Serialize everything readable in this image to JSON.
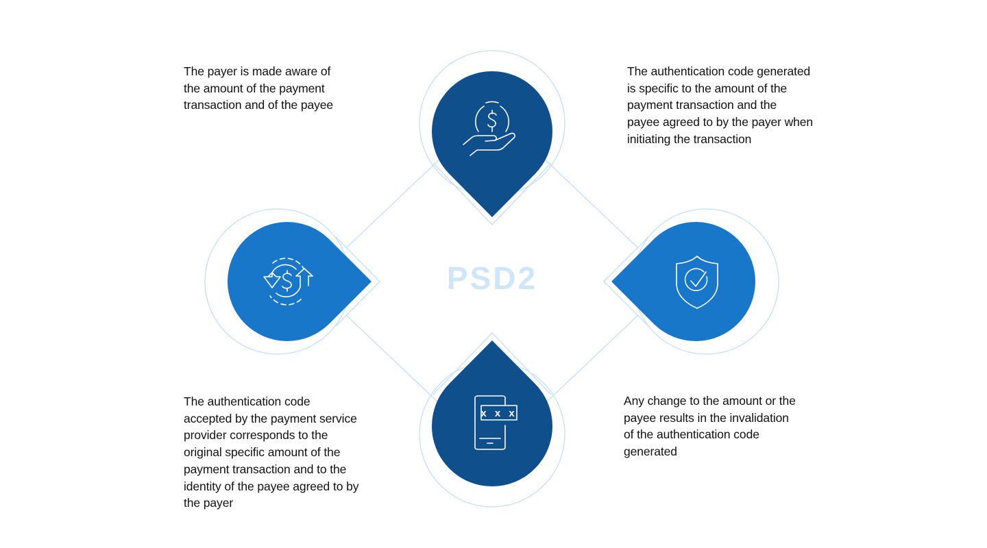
{
  "title": "PSD2",
  "colors": {
    "dark_blue": "#0e4f8c",
    "medium_blue": "#1877c9",
    "outline": "#c5dff5",
    "title": "#cfe5f8",
    "text": "#111111"
  },
  "nodes": [
    {
      "position": "top",
      "icon": "hand-holding-dollar-icon",
      "color": "dark_blue",
      "description": "The payer is made aware of\nthe amount of the payment\ntransaction and of the payee"
    },
    {
      "position": "right",
      "icon": "shield-check-icon",
      "color": "medium_blue",
      "description": "The authentication code generated\nis specific to the amount of the\npayment transaction and the\npayee agreed to by the payer when\ninitiating the transaction"
    },
    {
      "position": "bottom",
      "icon": "phone-code-icon",
      "color": "dark_blue",
      "code_mask": "xxx",
      "description": "Any change to the amount or the\npayee results in the invalidation\nof the authentication code\ngenerated"
    },
    {
      "position": "left",
      "icon": "dollar-cycle-icon",
      "color": "medium_blue",
      "description": "The authentication code\naccepted by the payment service\nprovider corresponds to the\noriginal specific amount of the\npayment transaction and to the\nidentity of the payee agreed to by\nthe payer"
    }
  ]
}
